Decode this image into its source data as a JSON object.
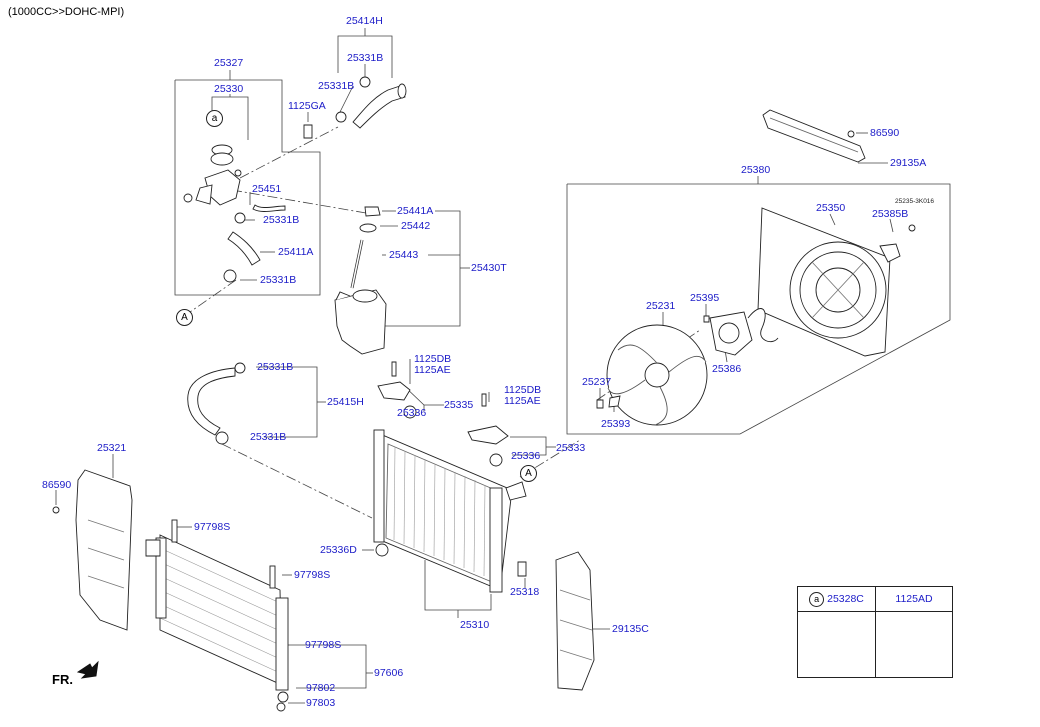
{
  "header": {
    "spec": "(1000CC>>DOHC-MPI)"
  },
  "direction_marker": "FR.",
  "callouts": {
    "a": "a",
    "A": "A"
  },
  "part_numbers": {
    "p25414H": "25414H",
    "p25331B_top": "25331B",
    "p25331B_left": "25331B",
    "p25327": "25327",
    "p25330": "25330",
    "p1125GA": "1125GA",
    "p25451": "25451",
    "p25331B_mid": "25331B",
    "p25411A": "25411A",
    "p25331B_low": "25331B",
    "p25441A": "25441A",
    "p25442": "25442",
    "p25443": "25443",
    "p25430T": "25430T",
    "p86590_top": "86590",
    "p29135A": "29135A",
    "p25380": "25380",
    "p25350": "25350",
    "p25385B": "25385B",
    "p25235_code": "25235-3K016",
    "p25231": "25231",
    "p25395": "25395",
    "p25386": "25386",
    "p25237": "25237",
    "p25393": "25393",
    "p25331B_hose_top": "25331B",
    "p25415H": "25415H",
    "p25331B_hose_bot": "25331B",
    "p1125DB_a": "1125DB",
    "p1125AE_a": "1125AE",
    "p25335": "25335",
    "p25336_a": "25336",
    "p1125DB_b": "1125DB",
    "p1125AE_b": "1125AE",
    "p25333": "25333",
    "p25336_b": "25336",
    "p25321": "25321",
    "p86590_left": "86590",
    "p97798S_a": "97798S",
    "p97798S_b": "97798S",
    "p97798S_c": "97798S",
    "p97606": "97606",
    "p97802": "97802",
    "p97803": "97803",
    "p25336D": "25336D",
    "p25318": "25318",
    "p25310": "25310",
    "p29135C": "29135C"
  },
  "legend": {
    "col1_letter": "a",
    "col1_part": "25328C",
    "col2_part": "1125AD"
  },
  "colors": {
    "label": "#1c1cc8",
    "line": "#222222"
  }
}
